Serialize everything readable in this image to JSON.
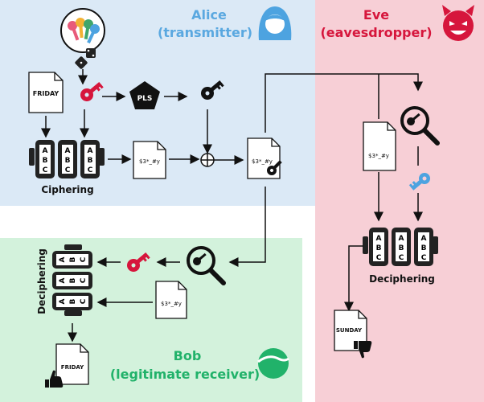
{
  "alice": {
    "name": "Alice",
    "role": "(transmitter)",
    "color": "#4da3e0"
  },
  "eve": {
    "name": "Eve",
    "role": "(eavesdropper)",
    "color": "#d6163c"
  },
  "bob": {
    "name": "Bob",
    "role": "(legitimate receiver)",
    "color": "#21b26a"
  },
  "labels": {
    "friday": "FRIDAY",
    "pls": "PLS",
    "cipher": "$3*_#y",
    "ciphering": "Ciphering",
    "deciphering": "Deciphering",
    "sunday": "SUNDAY",
    "wheel_a": "A",
    "wheel_b": "B",
    "wheel_c": "C"
  },
  "colors": {
    "alice_bg": "#dbe9f6",
    "eve_bg": "#f7cfd6",
    "bob_bg": "#d3f2dc",
    "red_key": "#d6163c",
    "blue_key": "#4da3e0"
  }
}
